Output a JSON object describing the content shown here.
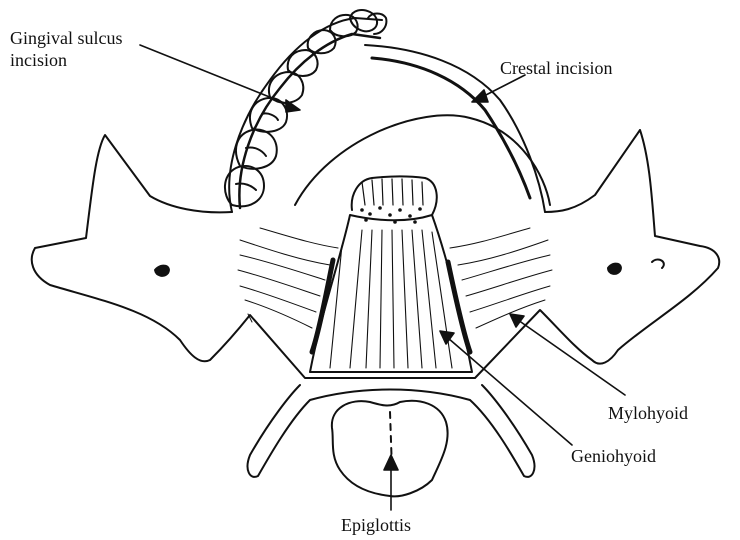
{
  "labels": {
    "gingival_line1": "Gingival sulcus",
    "gingival_line2": "incision",
    "crestal": "Crestal incision",
    "mylohyoid": "Mylohyoid",
    "geniohyoid": "Geniohyoid",
    "epiglottis": "Epiglottis"
  },
  "colors": {
    "ink": "#111111",
    "background": "#ffffff"
  }
}
